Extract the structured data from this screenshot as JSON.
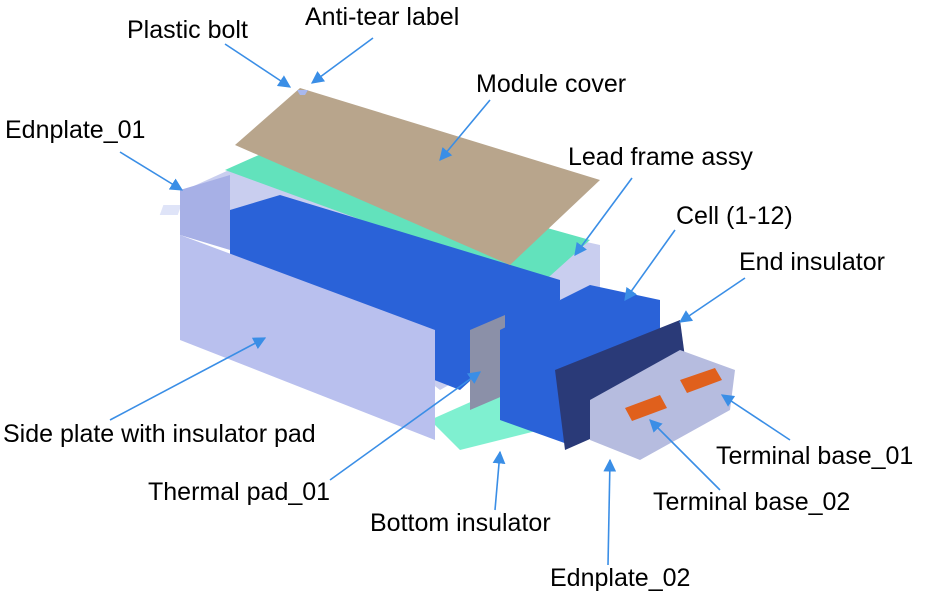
{
  "labels": {
    "plastic_bolt": "Plastic bolt",
    "anti_tear_label": "Anti-tear label",
    "module_cover": "Module cover",
    "endplate_01": "Ednplate_01",
    "lead_frame_assy": "Lead frame assy",
    "cell": "Cell (1-12)",
    "end_insulator": "End insulator",
    "side_plate": "Side plate with insulator pad",
    "thermal_pad": "Thermal pad_01",
    "terminal_base_01": "Terminal base_01",
    "terminal_base_02": "Terminal base_02",
    "bottom_insulator": "Bottom insulator",
    "endplate_02": "Ednplate_02"
  },
  "colors": {
    "arrow": "#3a8ee6",
    "cover": "#b8a58c",
    "cell": "#2a62d8",
    "side_plate": "#b9c0ee",
    "lead_frame": "#5fe0b8",
    "terminal": "#e0601c",
    "end_insulator": "#2a3a78"
  }
}
